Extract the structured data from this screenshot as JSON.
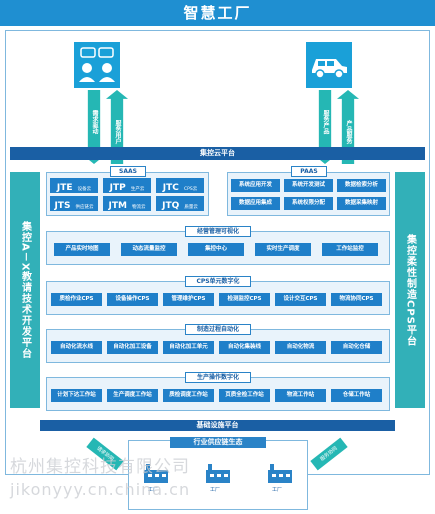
{
  "title": "智慧工厂",
  "cloud": {
    "left_icon": "meeting-people-icon",
    "right_icon": "truck-icon",
    "arrows": [
      "需求驱动",
      "服务用户",
      "服务产品",
      "产品服务"
    ]
  },
  "cloud_platform": "集控云平台",
  "left_vertical": "集控A－X教请技术开发平台",
  "right_vertical": "集控柔性制造CPS平台",
  "saas": {
    "label": "SAAS",
    "items": [
      {
        "code": "JTE",
        "desc": "设备云"
      },
      {
        "code": "JTP",
        "desc": "生产云"
      },
      {
        "code": "JTC",
        "desc": "CPS云"
      },
      {
        "code": "JTS",
        "desc": "供应链云"
      },
      {
        "code": "JTM",
        "desc": "物流云"
      },
      {
        "code": "JTQ",
        "desc": "质量云"
      }
    ]
  },
  "paas": {
    "label": "PAAS",
    "items": [
      "系统应用开发",
      "系统开发测试",
      "数据检索分析",
      "数据应用集成",
      "系统权限分配",
      "数据采集映射"
    ]
  },
  "sections": [
    {
      "label": "经营管理可视化",
      "items": [
        "产品实时地图",
        "动态流量监控",
        "集控中心",
        "实时生产调度",
        "工作站监控"
      ]
    },
    {
      "label": "CPS单元数字化",
      "items": [
        "质检作业CPS",
        "设备操作CPS",
        "管理维护CPS",
        "检测监控CPS",
        "设计交互CPS",
        "物流协同CPS"
      ]
    },
    {
      "label": "制造过程自动化",
      "items": [
        "自动化流水线",
        "自动化加工设备",
        "自动化加工单元",
        "自动化集装线",
        "自动化物流",
        "自动化仓储"
      ]
    },
    {
      "label": "生产操作数字化",
      "items": [
        "计划下达工作站",
        "生产调度工作站",
        "质检调度工作站",
        "页质全检工作站",
        "物流工作站",
        "仓储工作站"
      ]
    }
  ],
  "infra_platform": "基础设施平台",
  "supply_chain": {
    "label": "行业供应链生态",
    "arrow_left": "请求协同",
    "arrow_right": "服务协同",
    "node_label": "工厂"
  },
  "watermark": [
    "杭州集控科技有限公司",
    "jikonyyy.cn.china.cn"
  ],
  "colors": {
    "header": "#1f8fd1",
    "strip": "#1a5fa4",
    "cell": "#1f7fc9",
    "teal": "#32b0b8"
  }
}
